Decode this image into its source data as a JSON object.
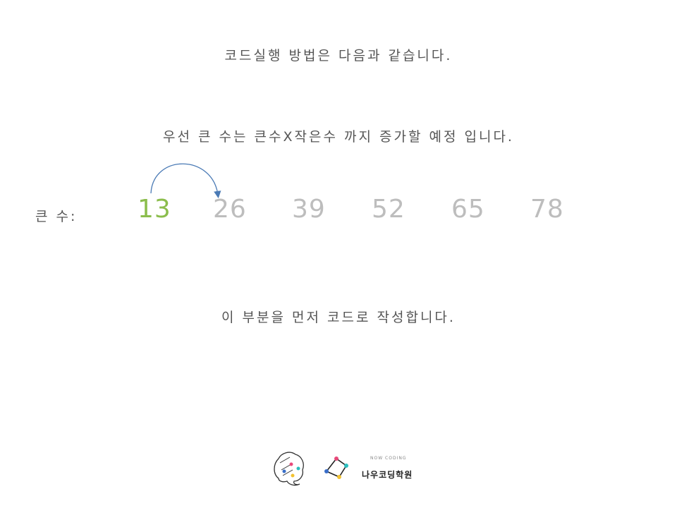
{
  "slide": {
    "line1": "코드실행 방법은 다음과 같습니다.",
    "line2": "우선 큰 수는 큰수X작은수 까지 증가할 예정 입니다.",
    "line3": "이 부분을 먼저 코드로 작성합니다.",
    "row_label": "큰 수:",
    "numbers": [
      "13",
      "26",
      "39",
      "52",
      "65",
      "78"
    ],
    "highlight_color": "#8bbd4c",
    "dim_color": "#bdbdbd",
    "arrow_color": "#4a7ab5"
  },
  "brand": {
    "name": "나우코딩학원",
    "subtitle": "NOW CODING"
  }
}
